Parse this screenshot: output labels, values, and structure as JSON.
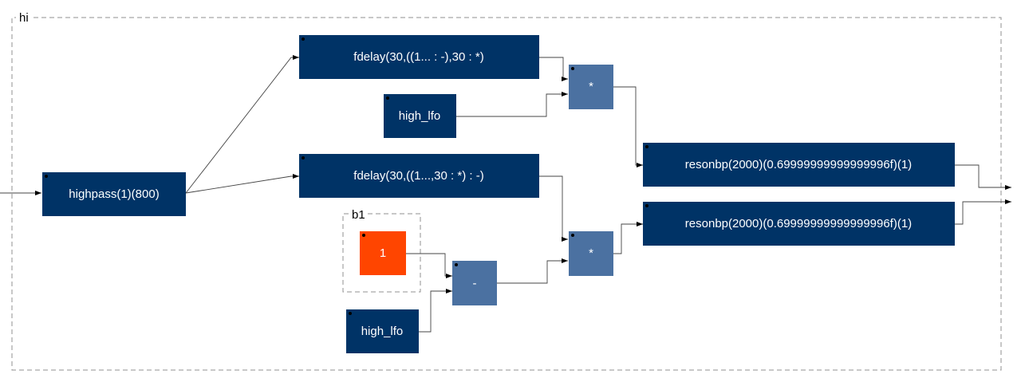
{
  "groups": {
    "outer": "hi",
    "inner": "b1"
  },
  "blocks": {
    "highpass": "highpass(1)(800)",
    "fdelay_top": "fdelay(30,((1... : -),30 : *)",
    "fdelay_bottom": "fdelay(30,((1...,30 : *) : -)",
    "lfo_top": "high_lfo",
    "lfo_bottom": "high_lfo",
    "const_one": "1",
    "minus_op": "-",
    "mul_top": "*",
    "mul_bottom": "*",
    "reson_top": "resonbp(2000)(0.69999999999999996f)(1)",
    "reson_bottom": "resonbp(2000)(0.69999999999999996f)(1)"
  },
  "colors": {
    "block": "#003366",
    "operator": "#4b71a1",
    "constant": "#ff4500",
    "wire": "#000000",
    "group_border": "#909090"
  }
}
